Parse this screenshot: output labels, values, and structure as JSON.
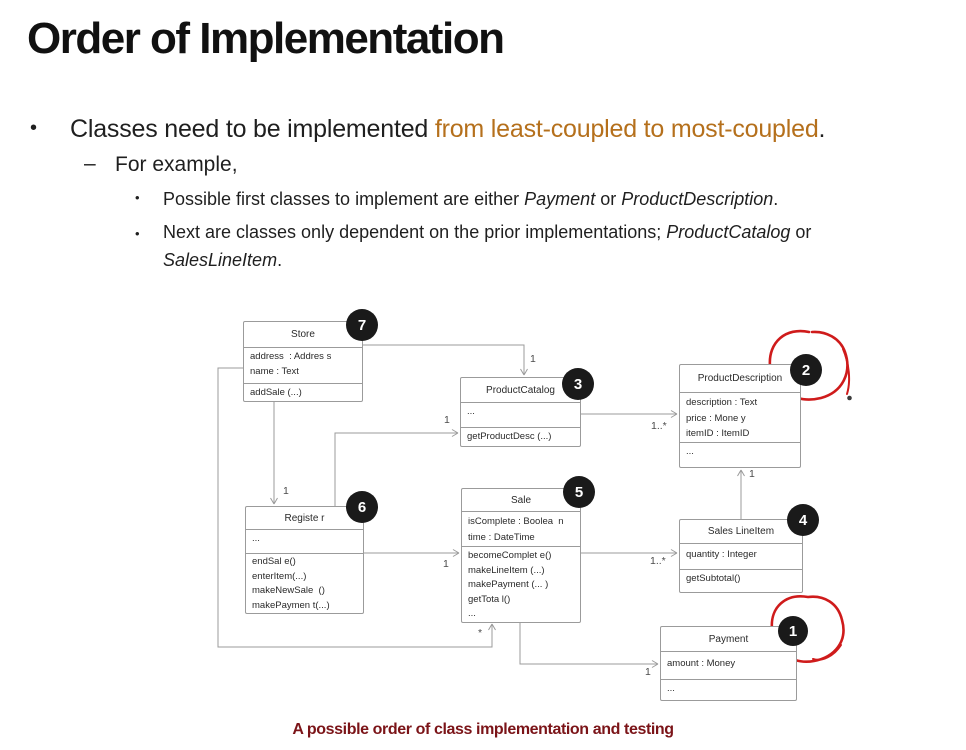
{
  "slide": {
    "title": "Order of Implementation",
    "bullets": {
      "b1_marker": "•",
      "b1_black": "Classes need to be implemented ",
      "b1_orange": "from least-coupled to most-coupled",
      "b1_end": ".",
      "b2_marker": "–",
      "b2": "For example,",
      "b3_marker": "•",
      "b3_1": "Possible first classes to implement are either ",
      "b3_payment": "Payment",
      "b3_2": " or ",
      "b3_pd": "ProductDescription",
      "b3_end": ".",
      "b4_marker": "•",
      "b4_1": "Next are classes only dependent on the prior implementations; ",
      "b4_pc": "ProductCatalog",
      "b4_2": " or",
      "b4_sli": "SalesLineItem",
      "b4_end": "."
    },
    "caption": "A possible order of class implementation and testing"
  },
  "colors": {
    "accent_orange": "#b5701c",
    "caption_maroon": "#7b1418",
    "annotation_red": "#cf1b1b",
    "badge_black": "#1a1a1a",
    "line_gray": "#9b9b9b"
  },
  "diagram": {
    "classes": [
      {
        "name": "Store",
        "badge": "7",
        "attrs": [
          "address  : Addres s",
          "name : Text"
        ],
        "methods": [
          "addSale (...)"
        ]
      },
      {
        "name": "ProductCatalog",
        "badge": "3",
        "attrs": [
          "..."
        ],
        "methods": [
          "getProductDesc (...)"
        ]
      },
      {
        "name": "ProductDescription",
        "badge": "2",
        "attrs": [
          "description : Text",
          "price : Mone y",
          "itemID : ItemID"
        ],
        "methods": [
          "..."
        ]
      },
      {
        "name": "Registe r",
        "badge": "6",
        "attrs": [
          "..."
        ],
        "methods": [
          "endSal e()",
          "enterItem(...)",
          "makeNewSale  ()",
          "makePaymen t(...)"
        ]
      },
      {
        "name": "Sale",
        "badge": "5",
        "attrs": [
          "isComplete : Boolea  n",
          "time : DateTime"
        ],
        "methods": [
          "becomeComplet e()",
          "makeLineItem (...)",
          "makePayment (... )",
          "getTota l()",
          "..."
        ]
      },
      {
        "name": "Sales LineItem",
        "badge": "4",
        "attrs": [
          "quantity : Integer"
        ],
        "methods": [
          "getSubtotal()"
        ]
      },
      {
        "name": "Payment",
        "badge": "1",
        "attrs": [
          "amount : Money"
        ],
        "methods": [
          "..."
        ]
      }
    ],
    "multiplicities": {
      "store_pc": "1",
      "store_reg": "1",
      "store_sale": "*",
      "reg_pc": "1",
      "reg_sale": "1",
      "sale_sli": "1..*",
      "sale_pay": "1",
      "pc_pd": "1..*",
      "sli_pd": "1"
    }
  }
}
